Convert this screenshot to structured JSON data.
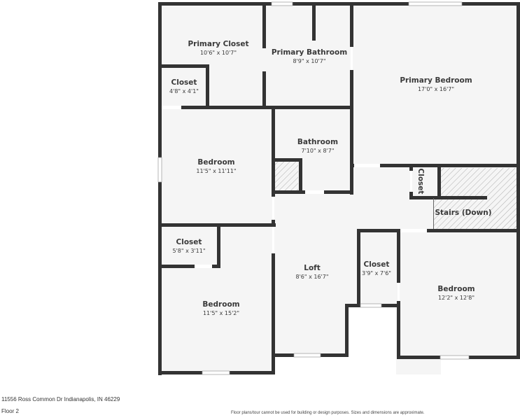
{
  "rooms": {
    "primary_closet": {
      "name": "Primary Closet",
      "dim": "10'6\" x 10'7\""
    },
    "primary_bathroom": {
      "name": "Primary Bathroom",
      "dim": "8'9\" x 10'7\""
    },
    "primary_bedroom": {
      "name": "Primary Bedroom",
      "dim": "17'0\" x 16'7\""
    },
    "closet_small": {
      "name": "Closet",
      "dim": "4'8\" x 4'1\""
    },
    "bedroom_1": {
      "name": "Bedroom",
      "dim": "11'5\" x 11'11\""
    },
    "bathroom": {
      "name": "Bathroom",
      "dim": "7'10\" x 8'7\""
    },
    "hall_closet": {
      "name": "Closet"
    },
    "stairs": {
      "name": "Stairs (Down)"
    },
    "closet_2": {
      "name": "Closet",
      "dim": "5'8\" x 3'11\""
    },
    "bedroom_2": {
      "name": "Bedroom",
      "dim": "11'5\" x 15'2\""
    },
    "loft": {
      "name": "Loft",
      "dim": "8'6\" x 16'7\""
    },
    "closet_3": {
      "name": "Closet",
      "dim": "3'9\" x 7'6\""
    },
    "bedroom_3": {
      "name": "Bedroom",
      "dim": "12'2\" x 12'8\""
    }
  },
  "footer": {
    "address": "11556 Ross Common Dr Indianapolis, IN 46229",
    "floor": "Floor 2",
    "disclaimer": "Floor plans/tour cannot be used for building or design purposes. Sizes and dimensions are approximate."
  },
  "colors": {
    "wall": "#333333",
    "floor": "#f5f5f5",
    "hatch": "#aaaaaa"
  }
}
